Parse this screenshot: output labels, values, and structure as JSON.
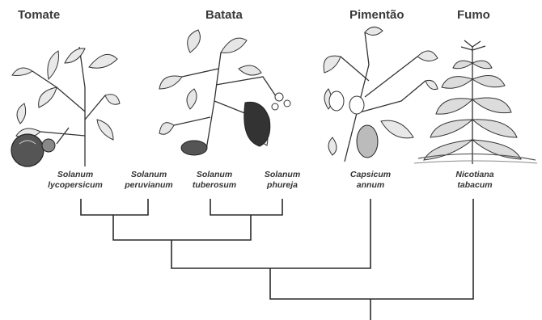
{
  "groups": [
    {
      "label": "Tomate"
    },
    {
      "label": "Batata"
    },
    {
      "label": "Pimentão"
    },
    {
      "label": "Fumo"
    }
  ],
  "species": [
    {
      "genus": "Solanum",
      "epithet": "lycopersicum"
    },
    {
      "genus": "Solanum",
      "epithet": "peruvianum"
    },
    {
      "genus": "Solanum",
      "epithet": "tuberosum"
    },
    {
      "genus": "Solanum",
      "epithet": "phureja"
    },
    {
      "genus": "Capsicum",
      "epithet": "annum"
    },
    {
      "genus": "Nicotiana",
      "epithet": "tabacum"
    }
  ],
  "illustrations": [
    {
      "icon": "tomato-plant-icon"
    },
    {
      "icon": "potato-plant-icon"
    },
    {
      "icon": "pepper-plant-icon"
    },
    {
      "icon": "tobacco-plant-icon"
    }
  ]
}
